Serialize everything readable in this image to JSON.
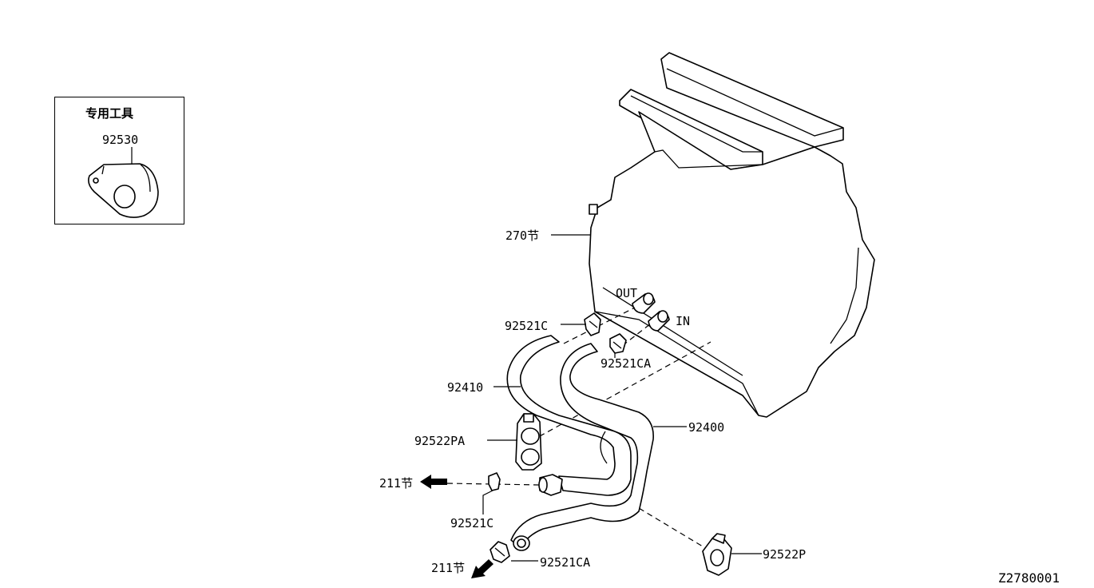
{
  "inset": {
    "title": "专用工具",
    "part_number": "92530"
  },
  "callouts": {
    "heater_unit": "270节",
    "out_label": "OUT",
    "in_label": "IN",
    "clamp_upper": "92521C",
    "clamp_upper_a": "92521CA",
    "hose_inlet": "92410",
    "hose_outlet": "92400",
    "bracket_pa": "92522PA",
    "ref_211_upper": "211节",
    "clamp_lower": "92521C",
    "ref_211_lower": "211节",
    "clamp_lower_a": "92521CA",
    "bracket_p": "92522P"
  },
  "diagram_code": "Z2780001"
}
